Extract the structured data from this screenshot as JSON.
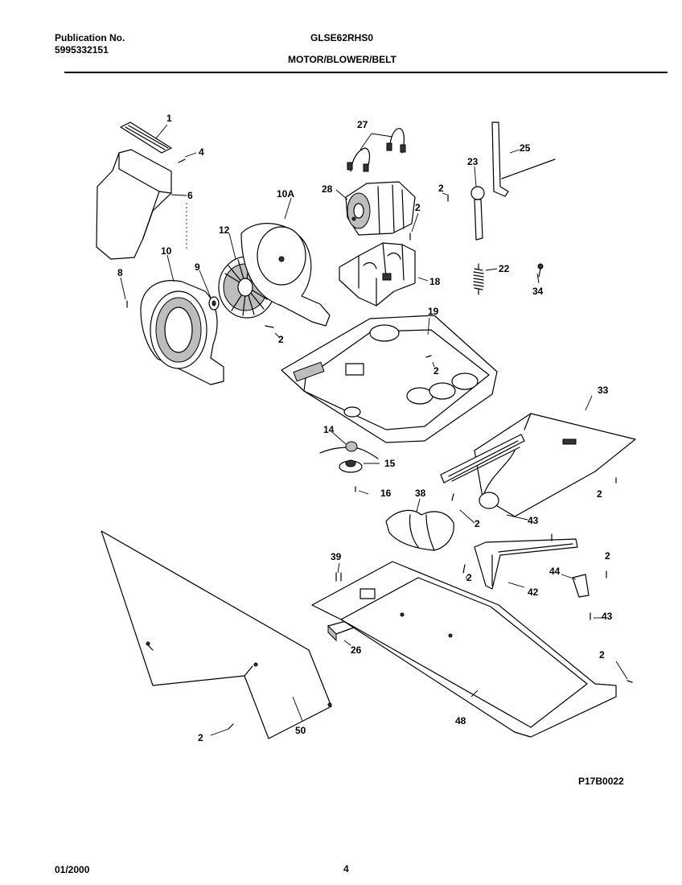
{
  "header": {
    "publication_label": "Publication No.",
    "publication_number": "5995332151",
    "model": "GLSE62RHS0",
    "section_title": "MOTOR/BLOWER/BELT"
  },
  "diagram": {
    "callouts": [
      "1",
      "4",
      "6",
      "10A",
      "12",
      "10",
      "9",
      "8",
      "2",
      "27",
      "28",
      "2",
      "2",
      "18",
      "25",
      "23",
      "22",
      "34",
      "19",
      "2",
      "14",
      "15",
      "16",
      "33",
      "2",
      "38",
      "2",
      "43",
      "39",
      "2",
      "2",
      "44",
      "42",
      "43",
      "26",
      "2",
      "48",
      "2",
      "50"
    ],
    "drawing_code": "P17B0022"
  },
  "footer": {
    "date": "01/2000",
    "page": "4"
  }
}
